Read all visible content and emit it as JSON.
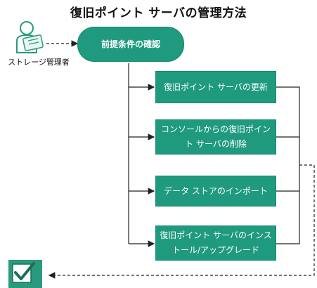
{
  "title": "復旧ポイント サーバの管理方法",
  "actor": {
    "label": "ストレージ管理者",
    "icon": "user-admin-icon"
  },
  "start_node": {
    "label": "前提条件の確認"
  },
  "tasks": [
    {
      "label": "復旧ポイント サーバの更新"
    },
    {
      "label": "コンソールからの復旧ポイント サーバの削除"
    },
    {
      "label": "データ ストアのインポート"
    },
    {
      "label": "復旧ポイント サーバのインストール/アップグレード"
    }
  ],
  "end_icon": "checkmark-icon",
  "colors": {
    "node": "#1f9a7e",
    "line": "#222222",
    "end_icon": "#2a9a7e"
  }
}
